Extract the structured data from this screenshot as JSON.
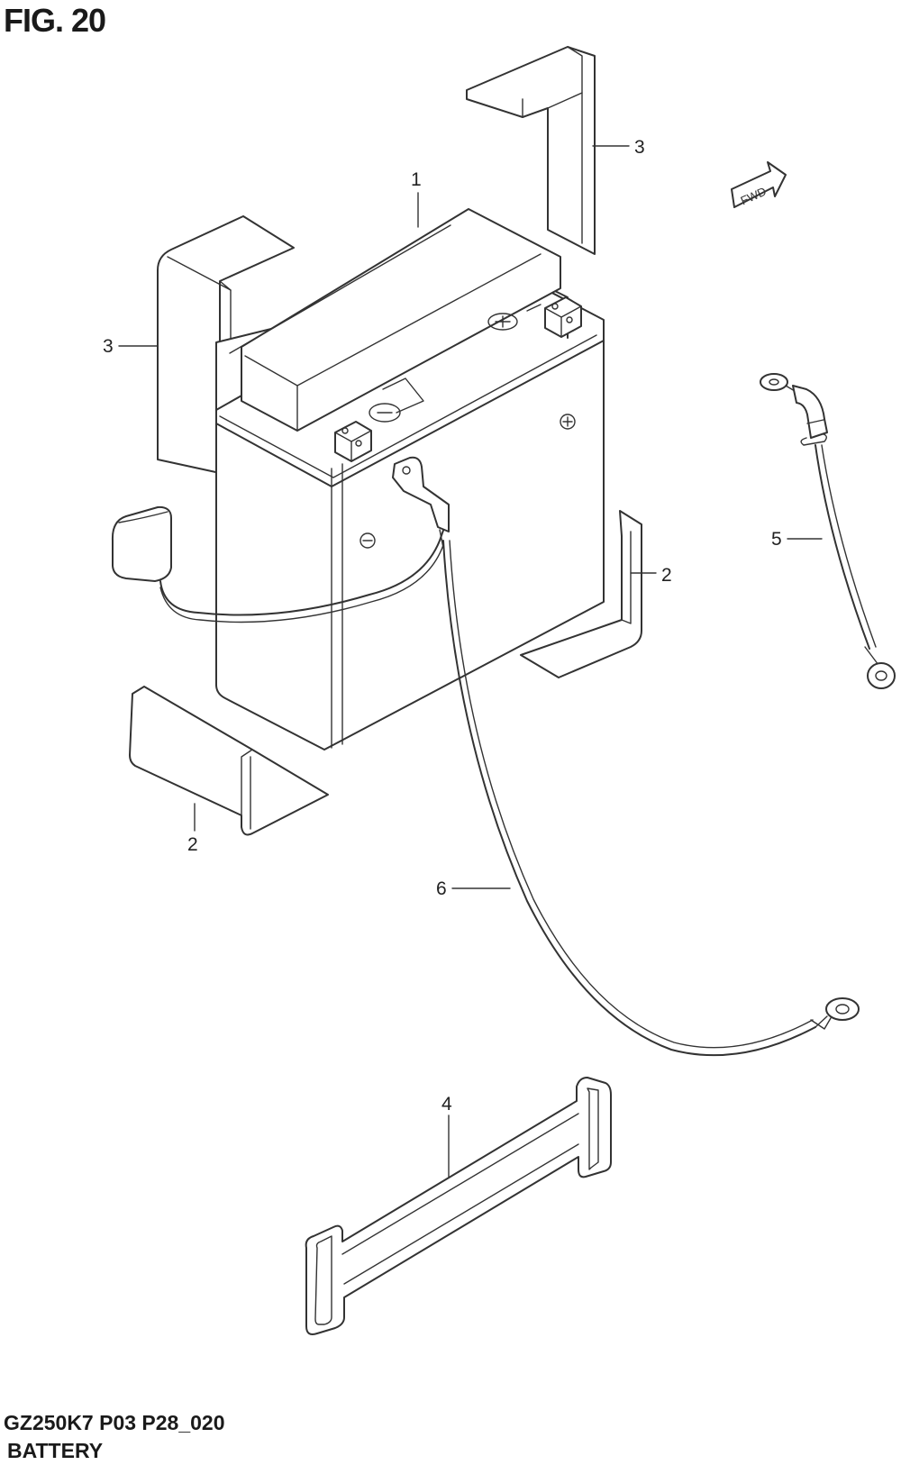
{
  "figure": {
    "title": "FIG. 20"
  },
  "footer": {
    "model_code": "GZ250K7 P03 P28_020",
    "section_name": "BATTERY"
  },
  "fwd_arrow": {
    "label": "FWD"
  },
  "callouts": [
    "1",
    "2",
    "2",
    "3",
    "3",
    "4",
    "5",
    "6"
  ],
  "parts": [
    {
      "ref": "1",
      "part": "battery"
    },
    {
      "ref": "2",
      "part": "battery-cushion"
    },
    {
      "ref": "3",
      "part": "battery-side-cushion"
    },
    {
      "ref": "4",
      "part": "battery-band"
    },
    {
      "ref": "5",
      "part": "battery-negative-lead"
    },
    {
      "ref": "6",
      "part": "battery-positive-lead"
    }
  ],
  "colors": {
    "line": "#333333",
    "background": "#ffffff"
  }
}
